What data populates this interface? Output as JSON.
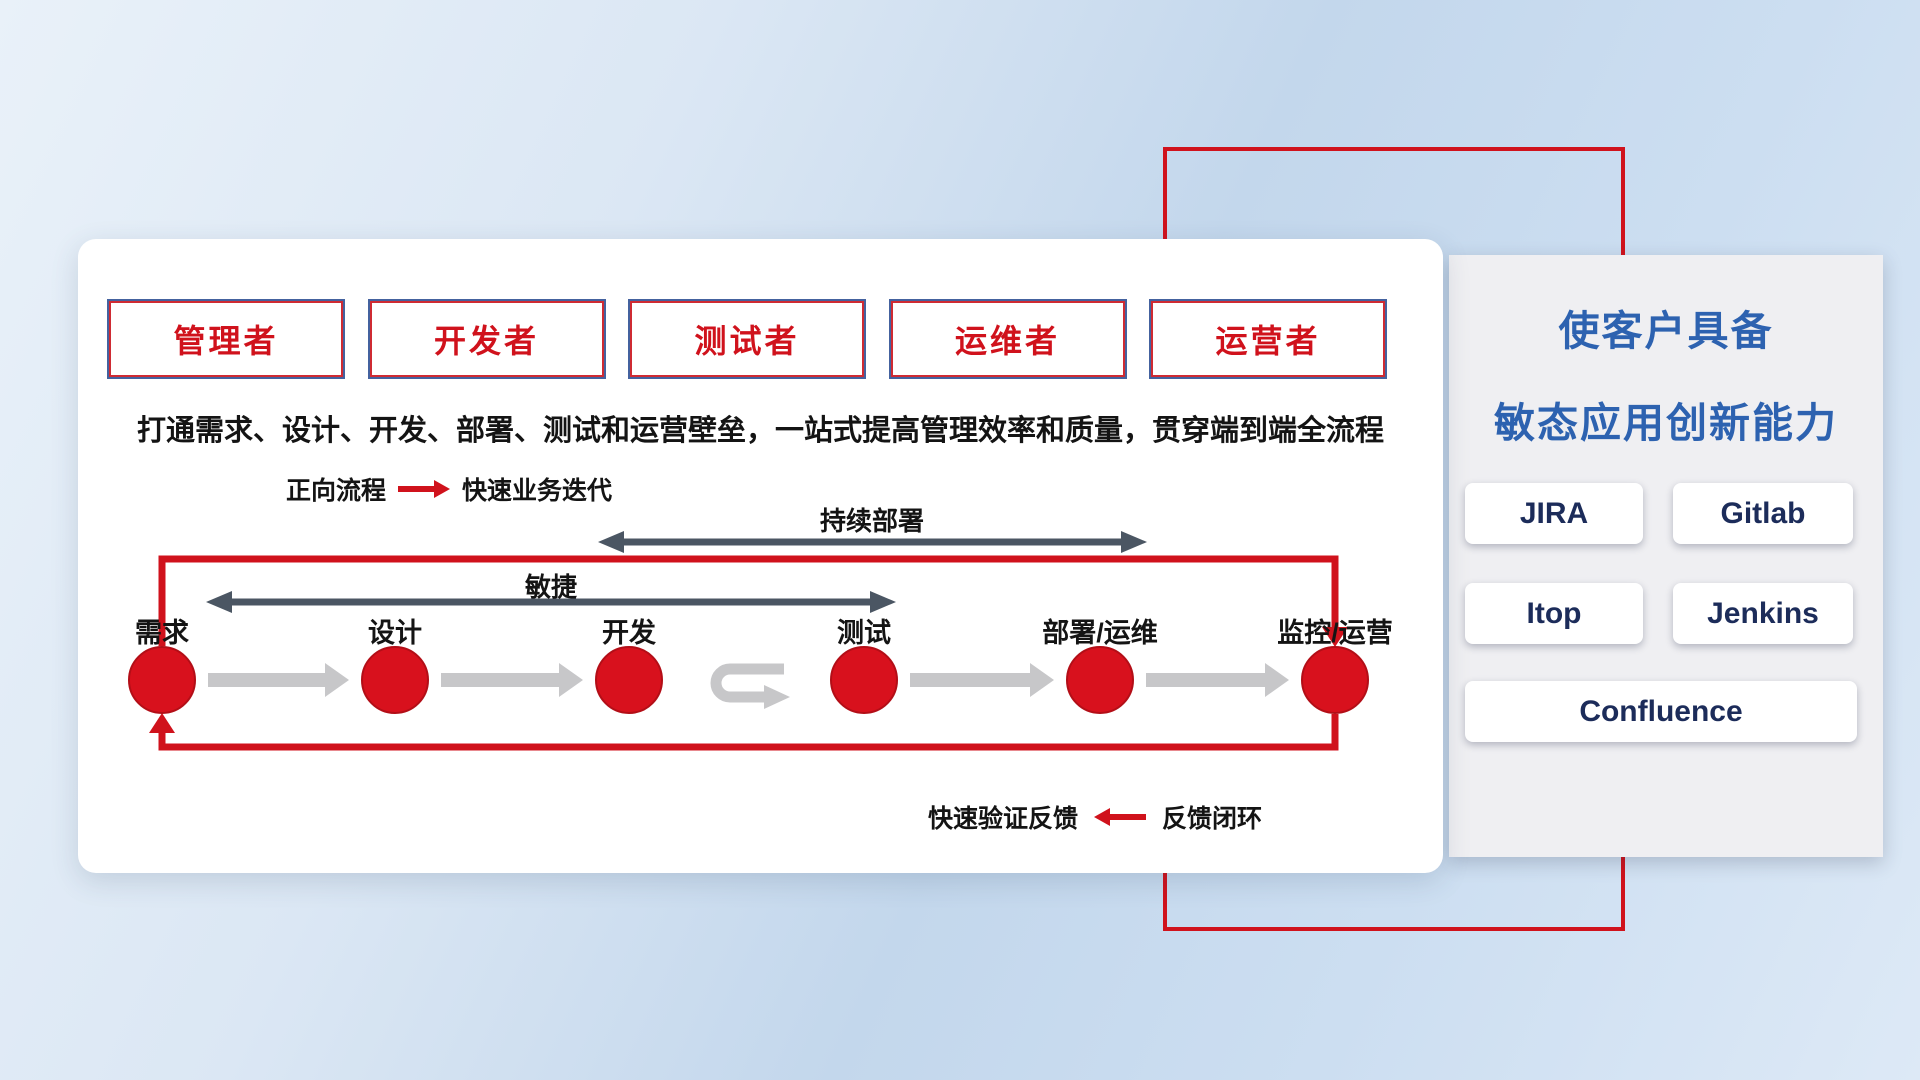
{
  "roles": [
    "管理者",
    "开发者",
    "测试者",
    "运维者",
    "运营者"
  ],
  "subtitle": "打通需求、设计、开发、部署、测试和运营壁垒，一站式提高管理效率和质量，贯穿端到端全流程",
  "legend_forward": {
    "label": "正向流程",
    "desc": "快速业务迭代"
  },
  "flow": {
    "continuous_deploy_label": "持续部署",
    "agile_label": "敏捷",
    "nodes": [
      "需求",
      "设计",
      "开发",
      "测试",
      "部署/运维",
      "监控/运营"
    ],
    "feedback_fast_label": "快速验证反馈",
    "feedback_loop_label": "反馈闭环"
  },
  "right_panel": {
    "title_line1": "使客户具备",
    "title_line2": "敏态应用创新能力",
    "tools": [
      "JIRA",
      "Gitlab",
      "Itop",
      "Jenkins",
      "Confluence"
    ]
  },
  "colors": {
    "red": "#d0121c",
    "title_blue": "#2d62b0",
    "tool_navy": "#1c2c5a",
    "dark_arrow": "#4b5663",
    "gray_arrow": "#c7c7c9"
  }
}
